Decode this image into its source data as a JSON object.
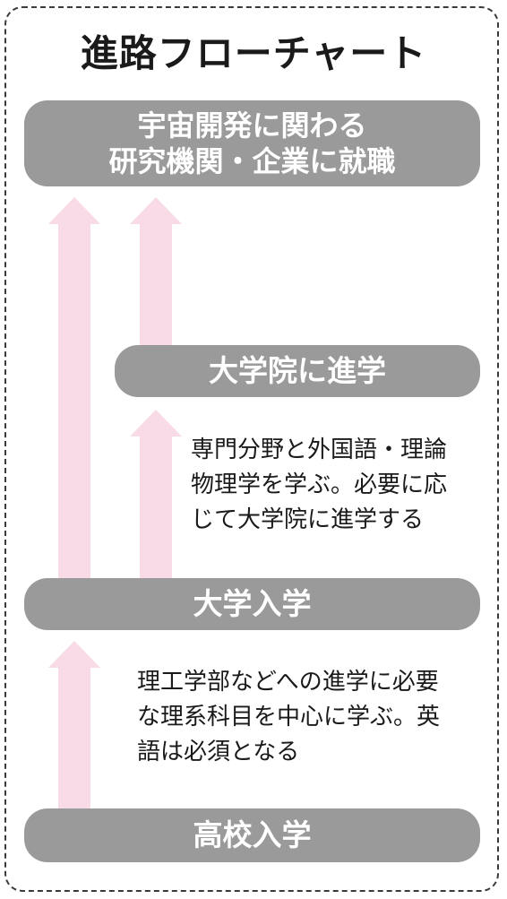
{
  "title": "進路フローチャート",
  "destination": {
    "line1": "宇宙開発に関わる",
    "line2": "研究機関・企業に就職"
  },
  "graduate_school": {
    "label": "大学院に進学",
    "description": [
      "専門分野と外国語・理論",
      "物理学を学ぶ。必要に応",
      "じて大学院に進学する"
    ]
  },
  "university": {
    "label": "大学入学",
    "description": [
      "理工学部などへの進学に必要",
      "な理系科目を中心に学ぶ。英",
      "語は必須となる"
    ]
  },
  "high_school": {
    "label": "高校入学"
  },
  "colors": {
    "box": "#9a9a9a",
    "arrow": "#f8dbe6",
    "text": "#1a1a1a",
    "border": "#3a3a3a"
  }
}
